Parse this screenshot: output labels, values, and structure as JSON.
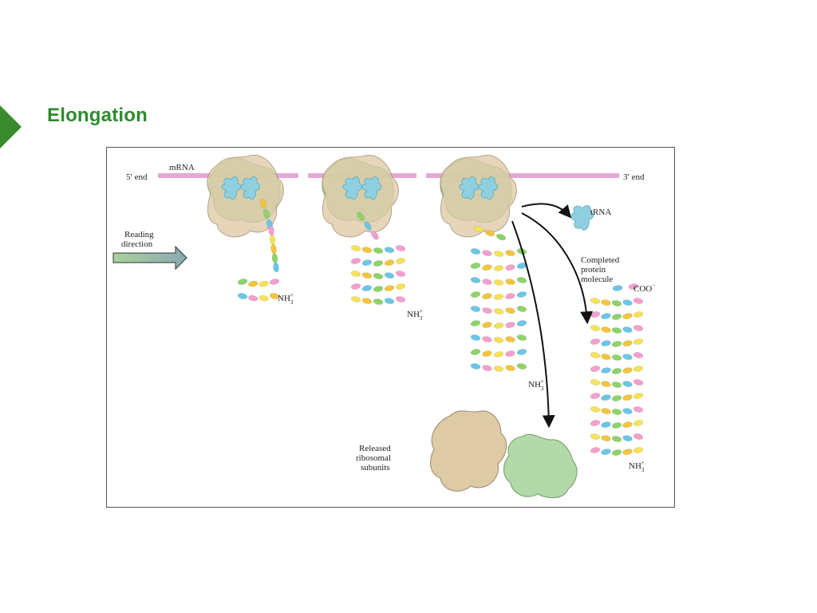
{
  "slide": {
    "title": "Elongation"
  },
  "figure": {
    "labels": {
      "five_end": "5′ end",
      "three_end": "3′ end",
      "mrna": "mRNA",
      "reading_line1": "Reading",
      "reading_line2": "direction",
      "trna": "tRNA",
      "completed_line1": "Completed",
      "completed_line2": "protein",
      "completed_line3": "molecule",
      "coo": "COO",
      "coo_sup": "−",
      "nh_main": "NH",
      "nh_sub": "3",
      "nh_sup": "+",
      "released_line1": "Released",
      "released_line2": "ribosomal",
      "released_line3": "subunits"
    },
    "colors": {
      "mrna": "#e5a8d6",
      "large_subunit": "#dfcaa6",
      "small_subunit": "#b3d9a8",
      "trna": "#8fd0e0",
      "arrow_fill": "#8fb5a5",
      "amino_acids": [
        "#f2c53d",
        "#8ed36a",
        "#6bc6e6",
        "#f3a0cf",
        "#f6e25a"
      ]
    }
  }
}
